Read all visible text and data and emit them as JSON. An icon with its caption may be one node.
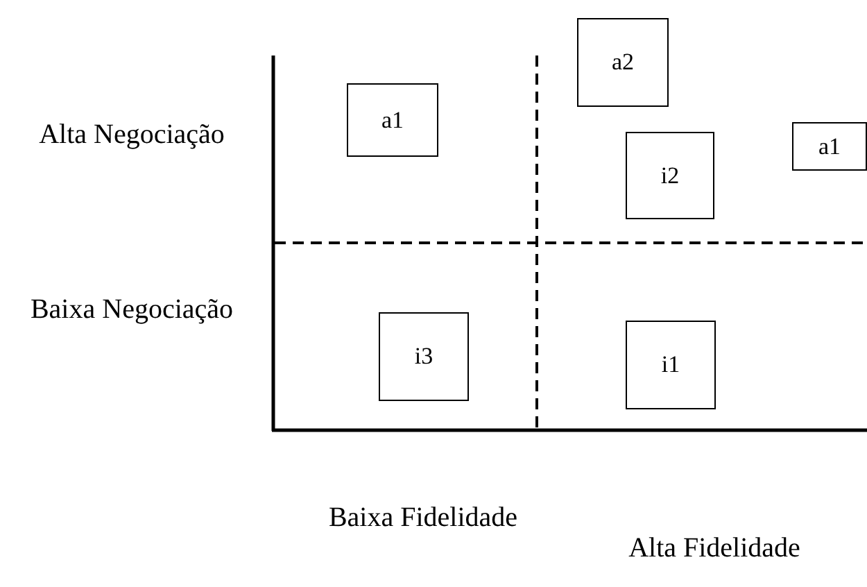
{
  "diagram": {
    "nodes": [
      {
        "text": [
          "a1"
        ]
      },
      {
        "text": [
          "a2"
        ]
      },
      {
        "text": [
          "a1"
        ]
      },
      {
        "text": [
          "i2"
        ]
      },
      {
        "text": [
          "i3"
        ]
      },
      {
        "text": [
          "i1"
        ]
      }
    ],
    "labels": [
      "Alta Negociação",
      "Baixa Negociação",
      "Baixa Fidelidade",
      "Alta Fidelidade"
    ]
  }
}
